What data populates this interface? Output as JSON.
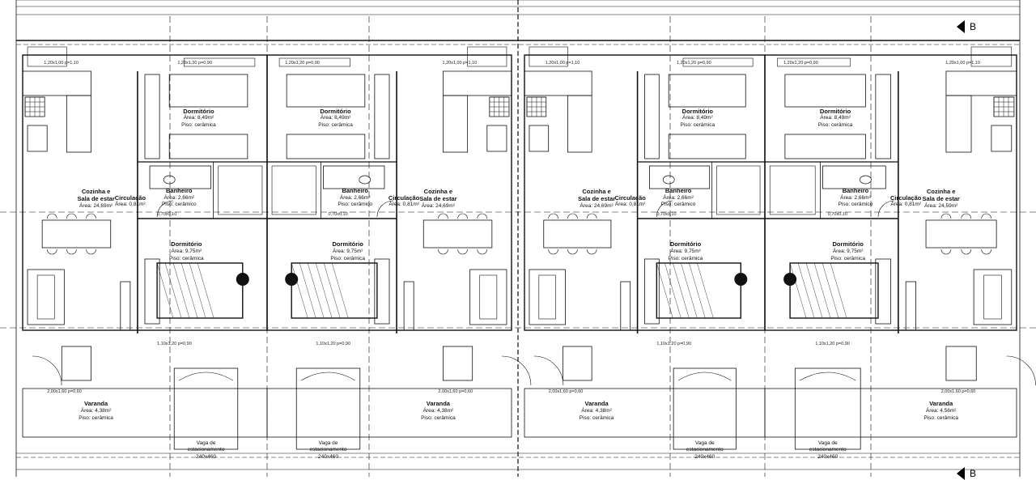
{
  "drawing": {
    "section_marker": "B",
    "units": [
      {
        "kitchen": {
          "name_line1": "Cozinha e",
          "name_line2": "Sala de estar",
          "area": "Área: 24,69m²",
          "floor": "Piso: cerâmica"
        },
        "bedroom1": {
          "name": "Dormitório",
          "area": "Área: 8,49m²",
          "floor": "Piso: cerâmica"
        },
        "bathroom": {
          "name": "Banheiro",
          "area": "Área: 2,66m²",
          "floor": "Piso: cerâmico"
        },
        "circulation": {
          "name": "Circulação",
          "area": "Área: 0,81m²",
          "floor": "Piso: cerâmico"
        },
        "bedroom2": {
          "name": "Dormitório",
          "area": "Área: 9,75m²",
          "floor": "Piso: cerâmica"
        },
        "porch": {
          "name": "Varanda",
          "area": "Área: 4,38m²",
          "floor": "Piso: cerâmica"
        },
        "parking": {
          "name_line1": "Vaga de",
          "name_line2": "estacionamento",
          "size": "240x460"
        },
        "window_top_kitchen": "1,20x1,00 p=1,10",
        "window_top_bed": "1,20x1,20 p=0,90",
        "window_bath": "0,70x0,10",
        "window_bed2": "1,10x1,20 p=0,90",
        "window_porch": "2,00x1,60 p=0,60"
      },
      {
        "kitchen": {
          "name_line1": "Cozinha e",
          "name_line2": "Sala de estar",
          "area": "Área: 24,69m²",
          "floor": "Piso: cerâmica"
        },
        "bedroom1": {
          "name": "Dormitório",
          "area": "Área: 8,49m²",
          "floor": "Piso: cerâmica"
        },
        "bathroom": {
          "name": "Banheiro",
          "area": "Área: 2,66m²",
          "floor": "Piso: cerâmico"
        },
        "circulation": {
          "name": "Circulação",
          "area": "Área: 0,81m²",
          "floor": "Piso: cerâmico"
        },
        "bedroom2": {
          "name": "Dormitório",
          "area": "Área: 9,75m²",
          "floor": "Piso: cerâmica"
        },
        "porch": {
          "name": "Varanda",
          "area": "Área: 4,38m²",
          "floor": "Piso: cerâmica"
        },
        "parking": {
          "name_line1": "Vaga de",
          "name_line2": "estacionamento",
          "size": "240x460"
        },
        "window_top_kitchen": "1,20x1,00 p=1,10",
        "window_top_bed": "1,20x1,20 p=0,90",
        "window_bath": "0,70x0,10",
        "window_bed2": "1,10x1,20 p=0,90",
        "window_porch": "2,00x1,60 p=0,60"
      },
      {
        "kitchen": {
          "name_line1": "Cozinha e",
          "name_line2": "Sala de estar",
          "area": "Área: 24,69m²",
          "floor": "Piso: cerâmica"
        },
        "bedroom1": {
          "name": "Dormitório",
          "area": "Área: 8,49m²",
          "floor": "Piso: cerâmica"
        },
        "bathroom": {
          "name": "Banheiro",
          "area": "Área: 2,66m²",
          "floor": "Piso: cerâmico"
        },
        "circulation": {
          "name": "Circulação",
          "area": "Área: 0,81m²",
          "floor": "Piso: cerâmico"
        },
        "bedroom2": {
          "name": "Dormitório",
          "area": "Área: 9,75m²",
          "floor": "Piso: cerâmica"
        },
        "porch": {
          "name": "Varanda",
          "area": "Área: 4,38m²",
          "floor": "Piso: cerâmica"
        },
        "parking": {
          "name_line1": "Vaga de",
          "name_line2": "estacionamento",
          "size": "240x460"
        },
        "window_top_kitchen": "1,20x1,00 p=1,10",
        "window_top_bed": "1,20x1,20 p=0,90",
        "window_bath": "0,70x0,10",
        "window_bed2": "1,10x1,20 p=0,90",
        "window_porch": "2,00x1,60 p=0,60"
      },
      {
        "kitchen": {
          "name_line1": "Cozinha e",
          "name_line2": "Sala de estar",
          "area": "Área: 24,59m²",
          "floor": "Piso: cerâmica"
        },
        "bedroom1": {
          "name": "Dormitório",
          "area": "Área: 8,49m²",
          "floor": "Piso: cerâmica"
        },
        "bathroom": {
          "name": "Banheiro",
          "area": "Área: 2,66m²",
          "floor": "Piso: cerâmico"
        },
        "circulation": {
          "name": "Circulação",
          "area": "Área: 0,81m²",
          "floor": "Piso: cerâmico"
        },
        "bedroom2": {
          "name": "Dormitório",
          "area": "Área: 9,75m²",
          "floor": "Piso: cerâmica"
        },
        "porch": {
          "name": "Varanda",
          "area": "Área: 4,56m²",
          "floor": "Piso: cerâmica"
        },
        "parking": {
          "name_line1": "Vaga de",
          "name_line2": "estacionamento",
          "size": "240x460"
        },
        "window_top_kitchen": "1,20x1,00 p=1,10",
        "window_top_bed": "1,20x1,20 p=0,90",
        "window_bath": "0,70x0,10",
        "window_bed2": "1,10x1,20 p=0,90",
        "window_porch": "2,00x1,60 p=0,60"
      }
    ]
  }
}
